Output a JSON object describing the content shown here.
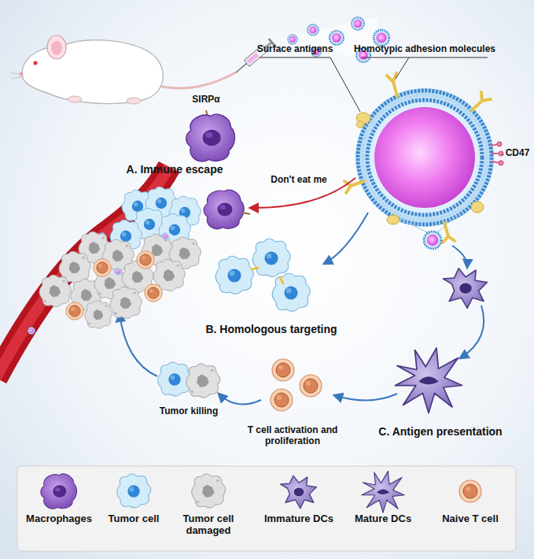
{
  "diagram": {
    "labels": [
      "SIRPα",
      "Surface antigens",
      "Homotypic adhesion molecules",
      "CD47",
      "A. Immune escape",
      "Don't eat me",
      "B. Homologous targeting",
      "C.  Antigen presentation",
      "T cell activation and proliferation",
      "Tumor killing"
    ],
    "legend": [
      {
        "text": "Macrophages"
      },
      {
        "text": "Tumor cell"
      },
      {
        "text": "Tumor cell damaged"
      },
      {
        "text": "Immature DCs"
      },
      {
        "text": "Mature DCs"
      },
      {
        "text": "Naive T cell"
      }
    ]
  }
}
